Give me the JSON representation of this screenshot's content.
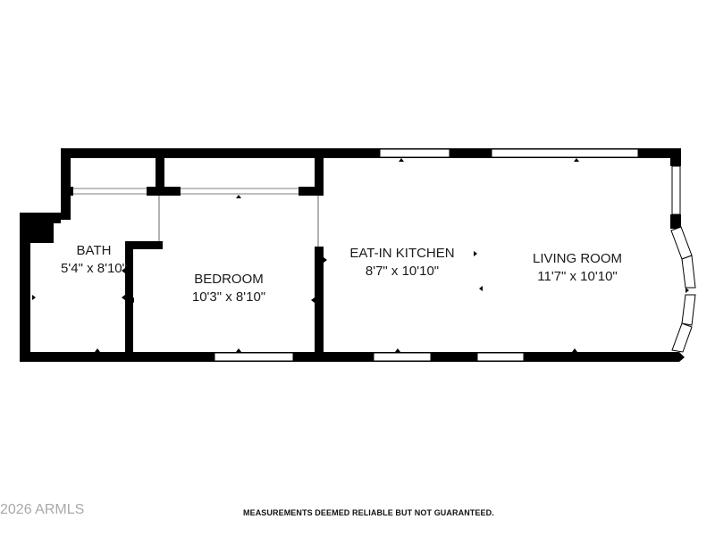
{
  "rooms": [
    {
      "name": "BATH",
      "dims": "5'4\" x 8'10\""
    },
    {
      "name": "BEDROOM",
      "dims": "10'3\" x 8'10\""
    },
    {
      "name": "EAT-IN KITCHEN",
      "dims": "8'7\" x 10'10\""
    },
    {
      "name": "LIVING ROOM",
      "dims": "11'7\" x 10'10\""
    }
  ],
  "footer": {
    "disclaimer": "MEASUREMENTS DEEMED RELIABLE BUT NOT GUARANTEED.",
    "watermark": "2026 ARMLS"
  },
  "colors": {
    "wall": "#000000",
    "window": "#ffffff",
    "text": "#1a1a1a"
  }
}
